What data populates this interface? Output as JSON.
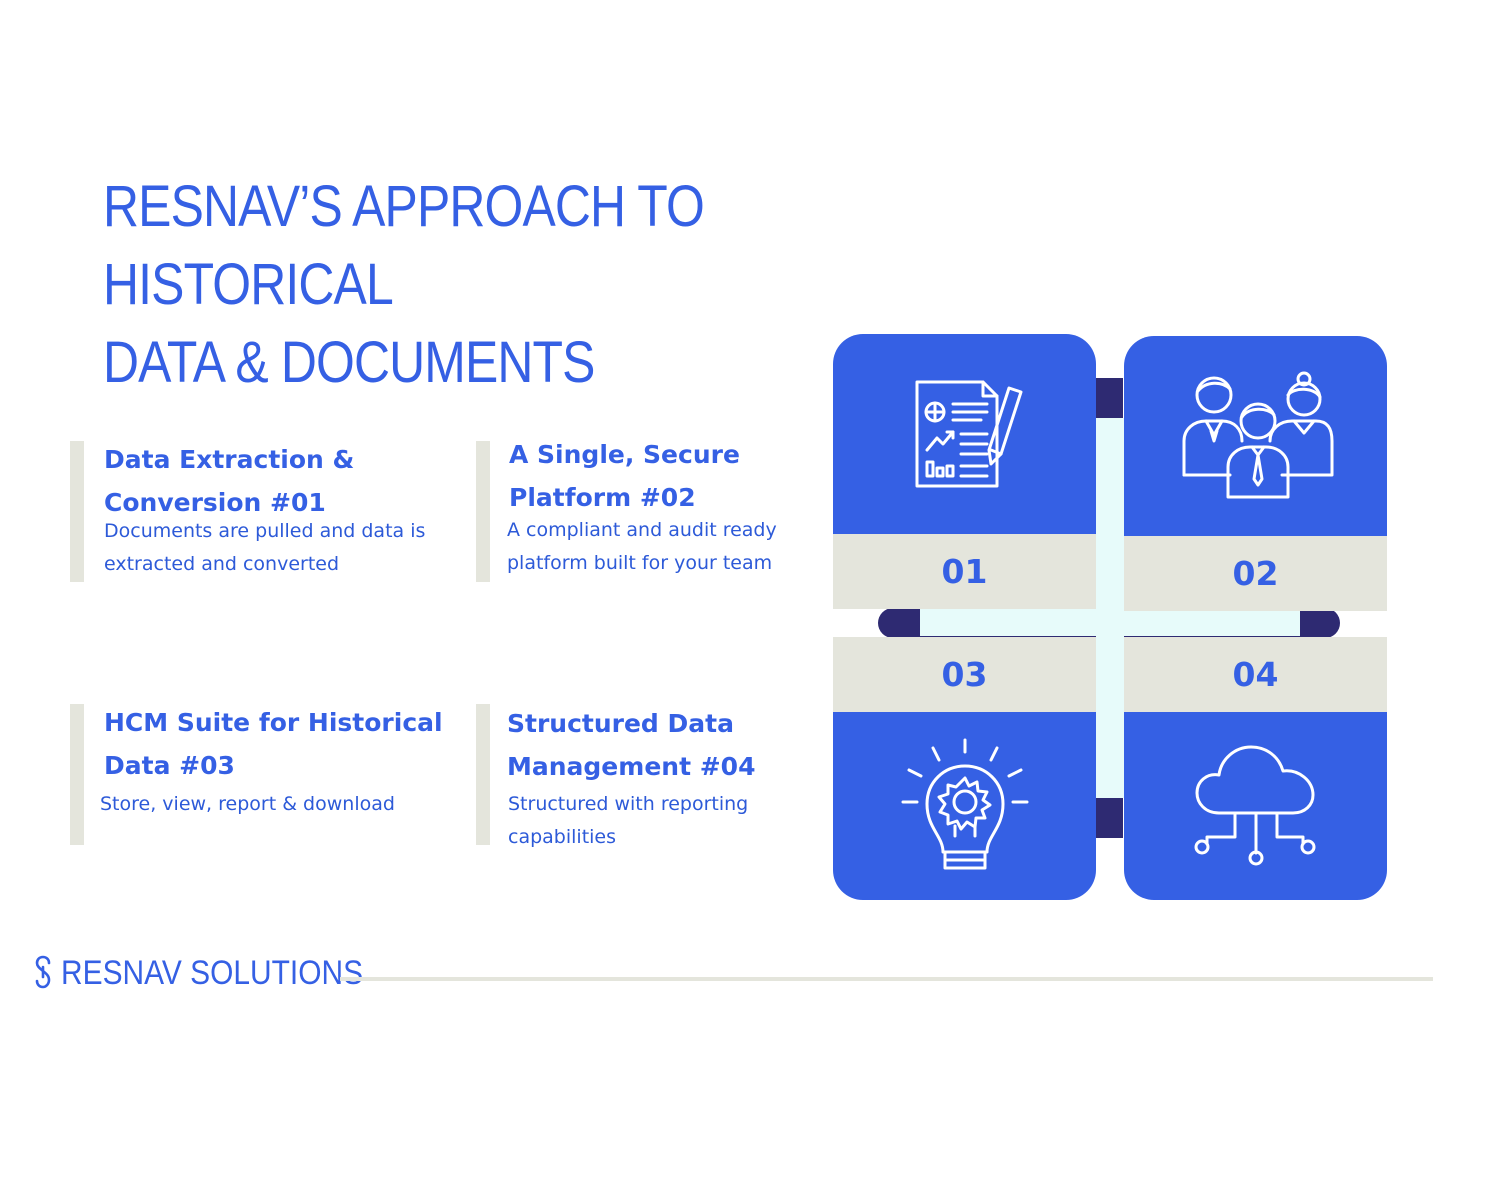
{
  "title": {
    "line1": "RESNAV’S APPROACH TO HISTORICAL",
    "line2": "DATA & DOCUMENTS"
  },
  "items": [
    {
      "heading": [
        "Data Extraction &",
        "Conversion #01"
      ],
      "body": [
        "Documents are pulled and data is",
        "extracted and converted"
      ]
    },
    {
      "heading": [
        "A Single, Secure",
        "Platform #02"
      ],
      "body": [
        "A compliant and audit ready",
        "platform built for your team"
      ]
    },
    {
      "heading": [
        "HCM Suite for Historical",
        "Data #03"
      ],
      "body": [
        "Store, view, report & download"
      ]
    },
    {
      "heading": [
        "Structured Data",
        "Management #04"
      ],
      "body": [
        "Structured with reporting",
        "capabilities"
      ]
    }
  ],
  "cards": [
    {
      "number": "01",
      "icon": "report-document-icon"
    },
    {
      "number": "02",
      "icon": "team-people-icon"
    },
    {
      "number": "03",
      "icon": "lightbulb-gear-icon"
    },
    {
      "number": "04",
      "icon": "cloud-network-icon"
    }
  ],
  "footer": {
    "brand": "RESNAV SOLUTIONS"
  },
  "colors": {
    "primary": "#3560e4",
    "band": "#e4e5dc",
    "ring": "#2e2a72",
    "cross": "#e7fbfa"
  }
}
